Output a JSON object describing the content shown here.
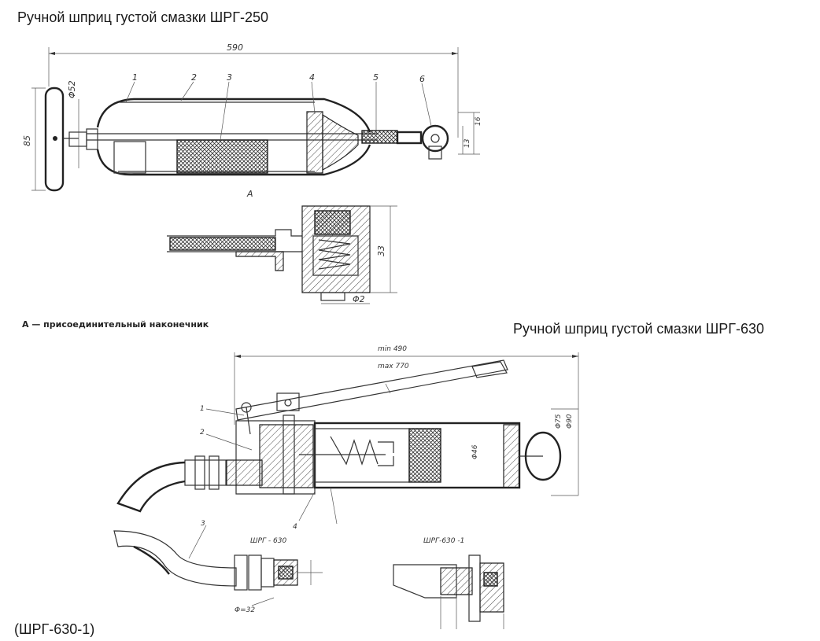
{
  "titles": {
    "shrg250": "Ручной шприц густой смазки ШРГ-250",
    "shrg630": "Ручной шприц густой смазки ШРГ-630",
    "caption_a": "А — присоединительный наконечник",
    "footnote": "(ШРГ-630-1)"
  },
  "shrg250": {
    "dim_length": "590",
    "dim_diameter": "Φ52",
    "dim_height": "85",
    "dim_16": "16",
    "dim_13": "13",
    "view_label": "А",
    "part_numbers": [
      "1",
      "2",
      "3",
      "4",
      "5",
      "6"
    ]
  },
  "detail_a": {
    "dim_33": "33",
    "dim_d2": "Φ2"
  },
  "shrg630": {
    "dim_min": "min 490",
    "dim_max": "max 770",
    "part_numbers": [
      "1",
      "2",
      "3",
      "4"
    ],
    "dim_vertical_1": "Φ75",
    "dim_vertical_2": "Φ90",
    "dim_bore": "Φ46",
    "variant_a_label": "ШРГ - 630",
    "variant_b_label": "ШРГ-630 -1",
    "dim_d32": "Φ=32"
  }
}
